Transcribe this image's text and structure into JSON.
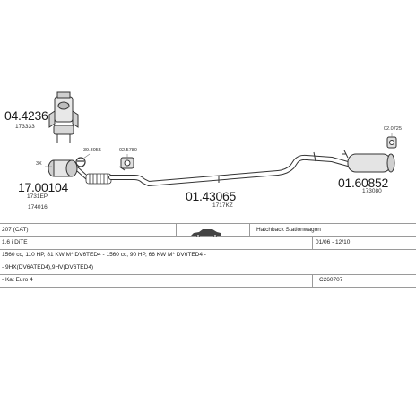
{
  "parts": {
    "p1": {
      "code": "04.4236",
      "ref": "173333"
    },
    "p2": {
      "code": "17.00104",
      "ref1": "1731EP",
      "ref2": "174016"
    },
    "p3": {
      "code": "01.43065",
      "ref": "1717KZ"
    },
    "p4": {
      "code": "01.60852",
      "ref": "173080"
    },
    "small": {
      "a": "39.3055",
      "b": "02.5780",
      "c": "02.0725",
      "d": "3X"
    }
  },
  "table": {
    "row1": {
      "model": "207 (CAT)",
      "body": "Hatchback Stationwagon"
    },
    "row2": {
      "engine": "1.6 i DiTE",
      "years": "01/06 - 12/10"
    },
    "row3": {
      "spec": "1560 cc, 110 HP, 81 KW M* DV6TED4 - 1560 cc, 90 HP, 66 KW M* DV6TED4 -"
    },
    "row4": {
      "codes": "- 9HX(DV6ATED4),9HV(DV6TED4)"
    },
    "row5": {
      "catalyst": "- Kat Euro 4",
      "code": "C260707"
    }
  }
}
